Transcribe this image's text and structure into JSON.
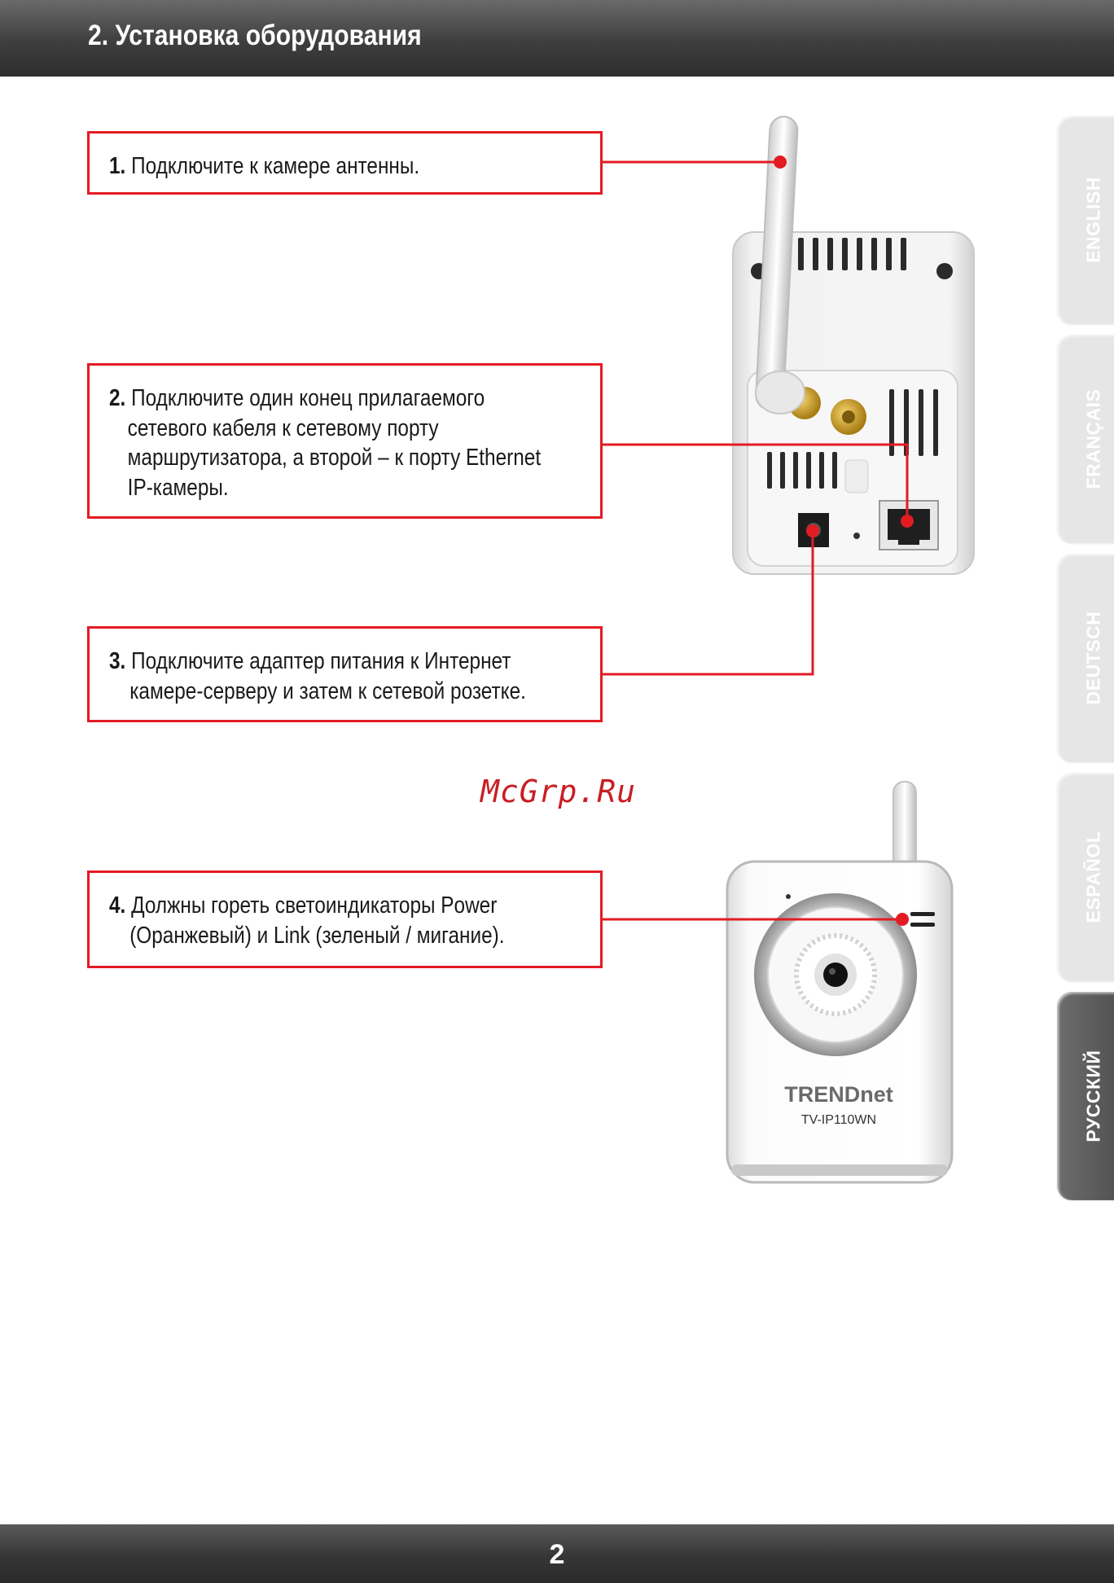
{
  "header": {
    "title": "2. Установка оборудования"
  },
  "steps": [
    {
      "number": "1.",
      "lines": [
        "Подключите к камере антенны."
      ]
    },
    {
      "number": "2.",
      "lines": [
        "Подключите один конец прилагаемого",
        "сетевого кабеля к сетевому порту",
        "маршрутизатора, а второй – к порту Ethernet",
        "IP-камеры."
      ]
    },
    {
      "number": "3.",
      "lines": [
        "Подключите адаптер питания к  Интернет",
        "камере-серверу и  затем к сетевой розетке."
      ]
    },
    {
      "number": "4.",
      "lines": [
        "Должны гореть светоиндикаторы Power",
        "(Оранжевый) и Link (зеленый / мигание)."
      ]
    }
  ],
  "language_tabs": [
    "ENGLISH",
    "FRANÇAIS",
    "DEUTSCH",
    "ESPAÑOL",
    "РУССКИЙ"
  ],
  "active_language": "РУССКИЙ",
  "watermark": "McGrp.Ru",
  "camera_front": {
    "brand": "TRENDnet",
    "model": "TV-IP110WN"
  },
  "page_number": "2",
  "colors": {
    "accent": "#e31b23",
    "header_bg": "#3e3e3e",
    "tab_inactive": "#e6e6e6",
    "tab_active": "#555555"
  }
}
